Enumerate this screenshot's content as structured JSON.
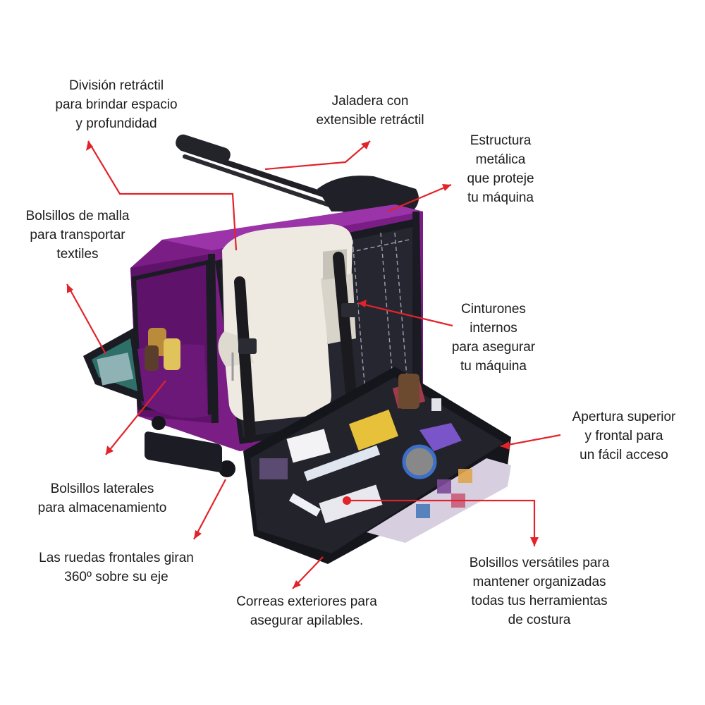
{
  "colors": {
    "arrow": "#e2232a",
    "bag_purple": "#7a1e86",
    "bag_dark": "#1b1b24",
    "machine": "#eeeae2",
    "text": "#1c1c1c"
  },
  "callouts": {
    "division": [
      "División retráctil",
      "para brindar espacio",
      "y profundidad"
    ],
    "handle": [
      "Jaladera con",
      "extensible retráctil"
    ],
    "frame": [
      "Estructura",
      "metálica",
      "que proteje",
      "tu máquina"
    ],
    "mesh": [
      "Bolsillos de malla",
      "para transportar",
      "textiles"
    ],
    "belts": [
      "Cinturones",
      "internos",
      "para asegurar",
      "tu máquina"
    ],
    "opening": [
      "Apertura superior",
      "y frontal para",
      "un fácil acceso"
    ],
    "side": [
      "Bolsillos laterales",
      "para almacenamiento"
    ],
    "wheels": [
      "Las ruedas frontales giran",
      "360º sobre su eje"
    ],
    "straps": [
      "Correas exteriores para",
      "asegurar apilables."
    ],
    "pockets": [
      "Bolsillos versátiles para",
      "mantener organizadas",
      "todas tus herramientas",
      "de costura"
    ]
  }
}
